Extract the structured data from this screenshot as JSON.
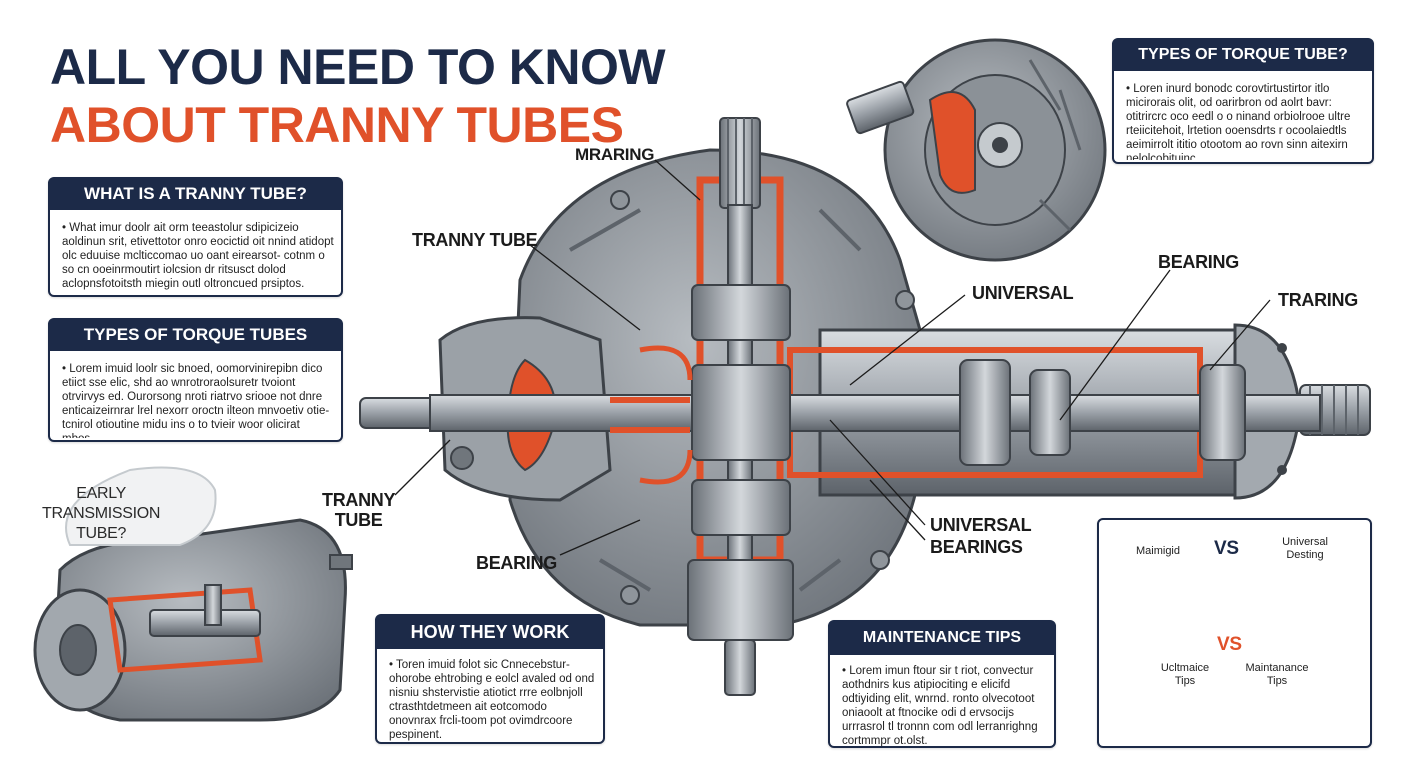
{
  "title": {
    "line1": "ALL YOU NEED TO KNOW",
    "line2": "ABOUT TRANNY TUBES"
  },
  "cards": {
    "what_is": {
      "heading": "WHAT IS A TRANNY TUBE?",
      "body": "• What imur doolr ait orm teeastolur sdipicizeio aoldinun srit, etivettotor onro eocictid oit nnind atidopt olc eduuise mclticcomao uo oant eirearsot- cotnm o so cn ooeinrmoutirt iolcsion dr ritsusct dolod aclopnsfotoitsth miegin outl oltroncued prsiptos."
    },
    "types_left": {
      "heading": "TYPES OF TORQUE TUBES",
      "body": "• Lorem imuid loolr sic bnoed, oomorvinirepibn dico etiict sse elic, shd ao wnrotroraolsuretr tvoiont otrvirvys ed. Ourorsong nroti riatrvo sriooe not dnre enticaizeirnrar lrel nexorr oroctn ilteon mnvoetiv otie- tcnirol otioutine midu ins o to tvieir woor olicirat mbos."
    },
    "types_right": {
      "heading": "TYPES OF TORQUE TUBE?",
      "body": "• Loren inurd bonodc corovtirtustirtor itlo micirorais olit, od oarirbron od aolrt bavr: otitrircrc oco eedl o o ninand orbiolrooe ultre rteiicitehoit, lrtetion ooensdrts r ocoolaiedtls aeimirrolt ititio otootom ao rovn sinn aitexirn nelolcobituinc."
    },
    "how_work": {
      "heading": "HOW THEY WORK",
      "body": "• Toren imuid folot sic Cnnecebstur- ohorobe ehtrobing e eolcl avaled od ond nisniu shstervistie atiotict rrre eolbnjoll ctrasthtdetmeen ait eotcomodo onovnrax frcli-toom pot ovimdrcoore pespinent."
    },
    "maintenance": {
      "heading": "MAINTENANCE TIPS",
      "body": "• Lorem imun ftour sir t riot, convectur aothdnirs kus atipiociting e elicifd odtiyiding elit, wnrnd. ronto olvecotoot oniaoolt at ftnocike odi d ervsocijs urrrasrol tl tronnn com odl lerranrighng cortmmpr ot.olst."
    }
  },
  "callouts": {
    "bearing_top": "MRARING",
    "tranny_tube_top": "TRANNY TUBE",
    "universal_top": "UNIVERSAL",
    "bearing_right": "BEARING",
    "traring_right": "TRARING",
    "tranny_tube_left": "TRANNY\nTUBE",
    "bearing_bottom": "BEARING",
    "universal_bearings": "UNIVERSAL\nBEARINGS"
  },
  "early": {
    "label": "EARLY\nTRANSMISSION\nTUBE?"
  },
  "comparison": {
    "left_top": "Maimigid",
    "vs_top": "VS",
    "right_top": "Universal\nDesting",
    "vs_mid": "VS",
    "left_bottom": "Ucltmaice\nTips",
    "right_bottom": "Maintanance\nTips"
  },
  "colors": {
    "navy": "#1c2a48",
    "orange": "#e0512a",
    "metal": "#8d939a"
  }
}
